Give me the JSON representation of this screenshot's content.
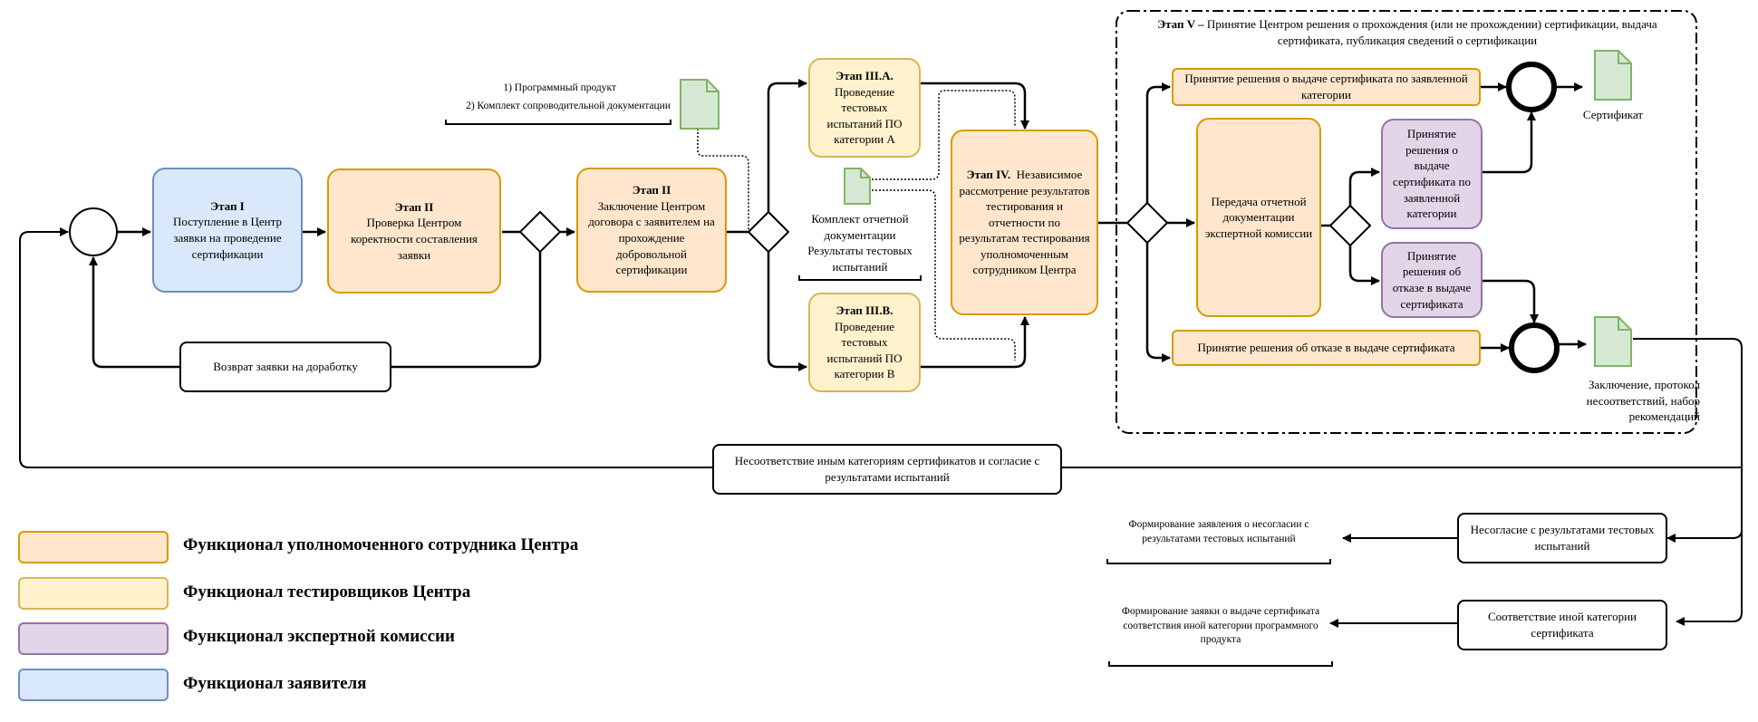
{
  "stages": {
    "stage1": {
      "title": "Этап I",
      "text": "Поступление в Центр заявки на проведение сертификации"
    },
    "stage2a": {
      "title": "Этап II",
      "text": "Проверка Центром коректности составления заявки"
    },
    "stage2b": {
      "title": "Этап II",
      "text": "Заключение Центром договора с заявителем на прохождение добровольной сертификации"
    },
    "stage3a": {
      "title": "Этап III.А.",
      "text": "Проведение тестовых испытаний ПО категории А"
    },
    "stage3b": {
      "title": "Этап III.В.",
      "text": "Проведение тестовых испытаний ПО категории В"
    },
    "stage4": {
      "title": "Этап IV.",
      "text": "Независимое рассмотрение результатов тестирования и отчетности по результатам тестирования уполномоченным сотрудником Центра"
    },
    "stage5": {
      "title": "Этап V –",
      "text": "Принятие Центром решения о прохождения (или не прохождении) сертификации, выдача сертификата, публикация сведений о сертификации"
    }
  },
  "boxes": {
    "return_to_rework": "Возврат заявки на доработку",
    "decision_issue": "Принятие решения о выдаче сертификата по заявленной категории",
    "transfer_to_commission": "Передача отчетной документации экспертной комиссии",
    "commission_issue": "Принятие решения о выдаче сертификата по заявленной категории",
    "commission_refuse": "Принятие решения об отказе в выдаче сертификата",
    "decision_refuse": "Принятие решения об отказе в выдаче сертификата",
    "mismatch_other": "Несоответствие иным категориям сертификатов и согласие с результатами испытаний",
    "disagree_results": "Несогласие с результатами тестовых испытаний",
    "match_other": "Соответствие иной категории сертификата"
  },
  "annotations": {
    "software_docs_1": "1) Программный продукт",
    "software_docs_2": "2) Комплект сопроводительной документации",
    "report_docs_1": "Комплект отчетной документации",
    "report_docs_2": "Результаты тестовых испытаний",
    "certificate": "Сертификат",
    "conclusion": "Заключение, протокол несоответствий, набор рекомендаций",
    "form_disagreement": "Формирование заявления о несогласии с результатами тестовых испытаний",
    "form_other_category": "Формирование заявки о выдаче сертификата соответствия иной категории программного продукта"
  },
  "legend": [
    {
      "label": "Функционал уполномоченного сотрудника Центра",
      "fill": "#ffe6cc",
      "stroke": "#d79b00"
    },
    {
      "label": "Функционал тестировщиков Центра",
      "fill": "#fff2cc",
      "stroke": "#d6b656"
    },
    {
      "label": "Функционал экспертной комиссии",
      "fill": "#e1d5e7",
      "stroke": "#9673a6"
    },
    {
      "label": "Функционал заявителя",
      "fill": "#dae8fc",
      "stroke": "#6c8ebf"
    }
  ]
}
